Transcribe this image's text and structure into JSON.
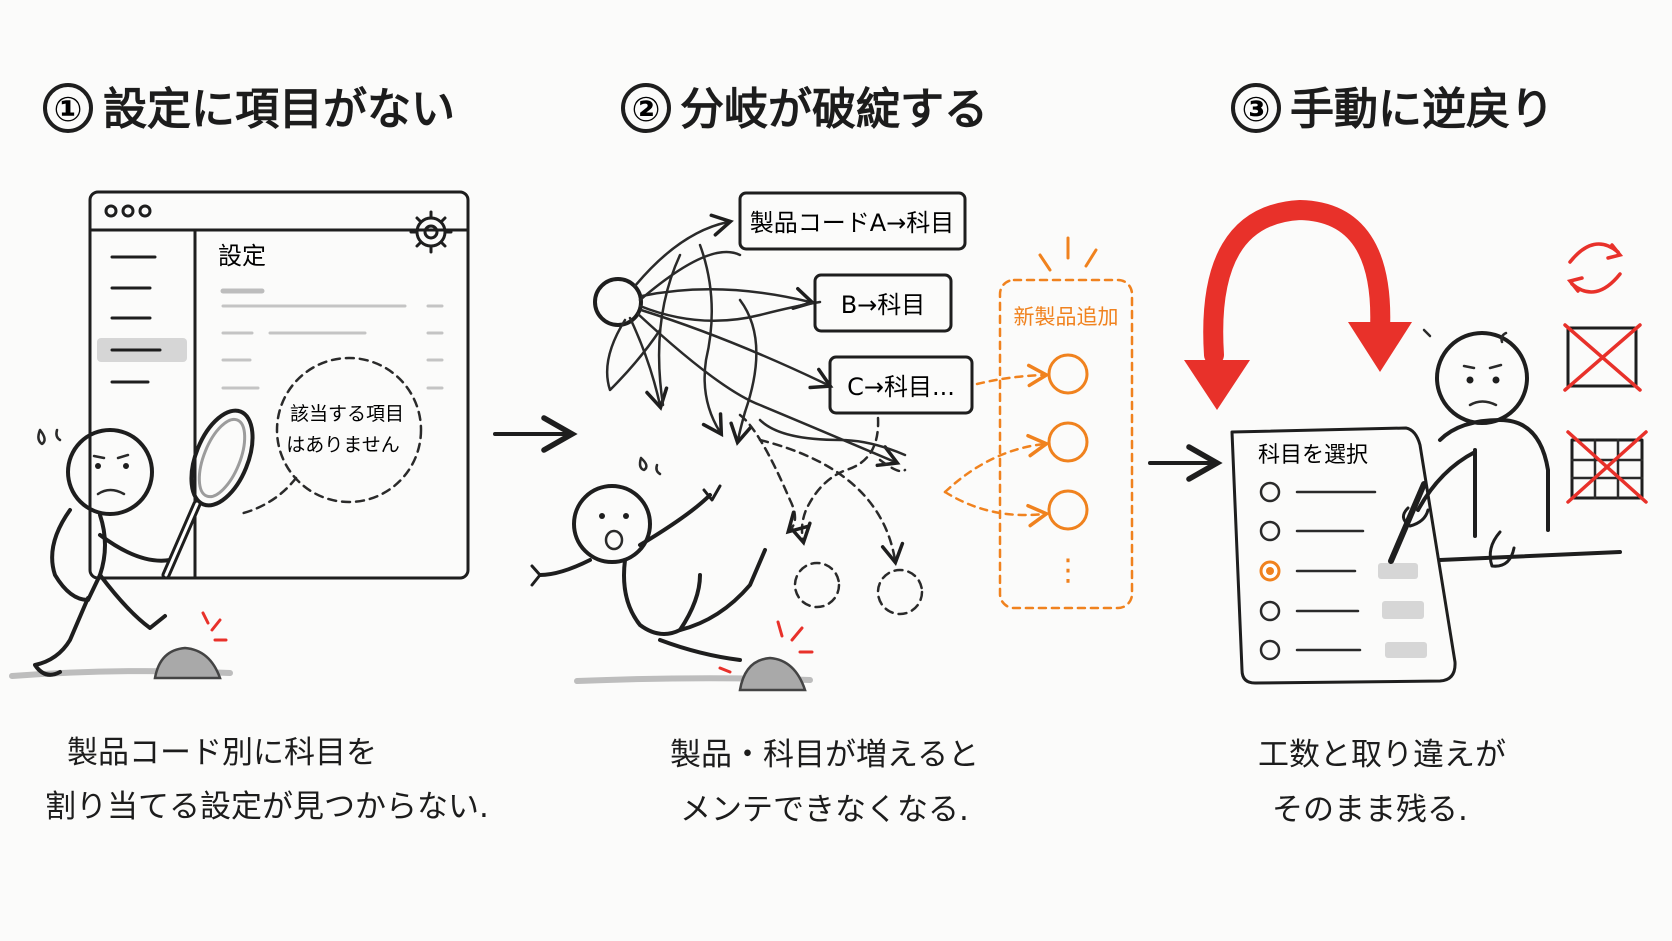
{
  "panels": [
    {
      "number": "①",
      "title": "設定に項目がない",
      "caption_line1": "製品コード別に科目を",
      "caption_line2": "割り当てる設定が見つからない.",
      "settings_label": "設定",
      "bubble_line1": "該当する項目",
      "bubble_line2": "はありません"
    },
    {
      "number": "②",
      "title": "分岐が破綻する",
      "caption_line1": "製品・科目が増えると",
      "caption_line2": "メンテできなくなる.",
      "box_a": "製品コードA→科目",
      "box_b": "B→科目",
      "box_c": "C→科目...",
      "new_products_label": "新製品追加",
      "ellipsis": "⋮"
    },
    {
      "number": "③",
      "title": "手動に逆戻り",
      "caption_line1": "工数と取り違えが",
      "caption_line2": "そのまま残る.",
      "form_title": "科目を選択"
    }
  ],
  "colors": {
    "ink": "#1e1e1e",
    "accent_orange": "#f0821e",
    "accent_red": "#e8312a",
    "background": "#fbfbfa"
  },
  "icons": [
    "magnifier-icon",
    "gear-icon",
    "refresh-icon",
    "crossed-box-icon",
    "crossed-grid-icon",
    "rock-icon",
    "u-turn-arrow-icon"
  ]
}
